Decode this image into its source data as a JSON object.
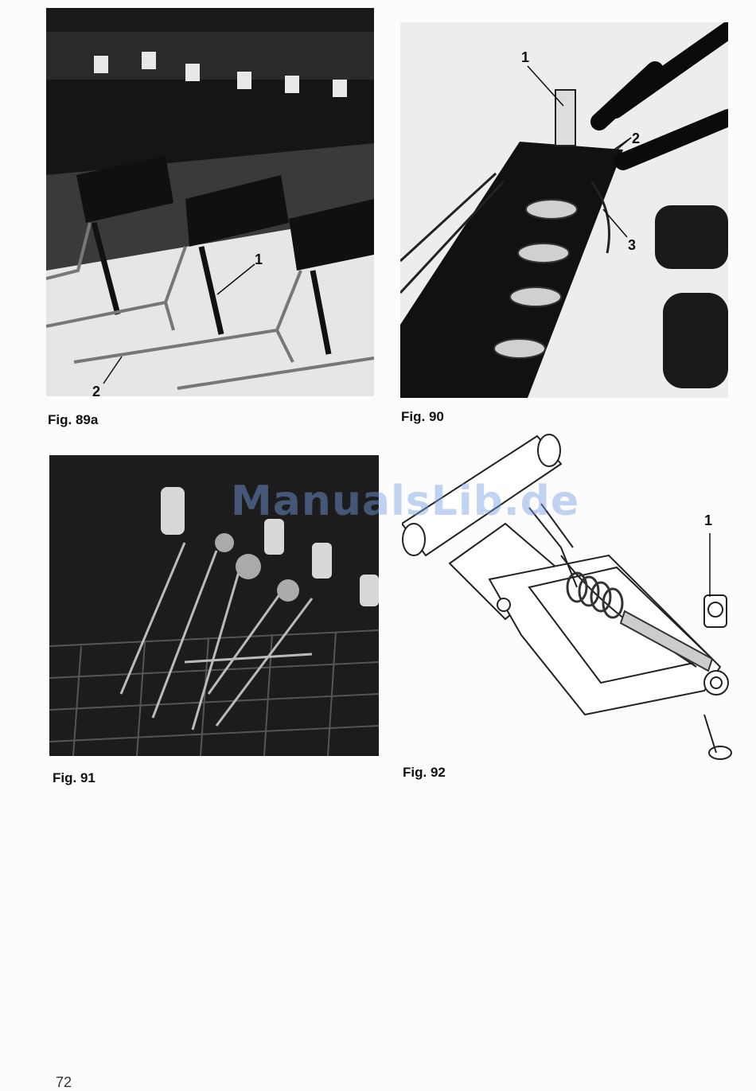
{
  "figures": [
    {
      "id": "fig89a",
      "caption": "Fig. 89a",
      "callouts": [
        "1",
        "2"
      ]
    },
    {
      "id": "fig90",
      "caption": "Fig. 90",
      "callouts": [
        "1",
        "2",
        "3"
      ]
    },
    {
      "id": "fig91",
      "caption": "Fig. 91",
      "callouts": []
    },
    {
      "id": "fig92",
      "caption": "Fig. 92",
      "callouts": [
        "1"
      ]
    }
  ],
  "watermark": "ManualsLib.de",
  "page_number": "72"
}
